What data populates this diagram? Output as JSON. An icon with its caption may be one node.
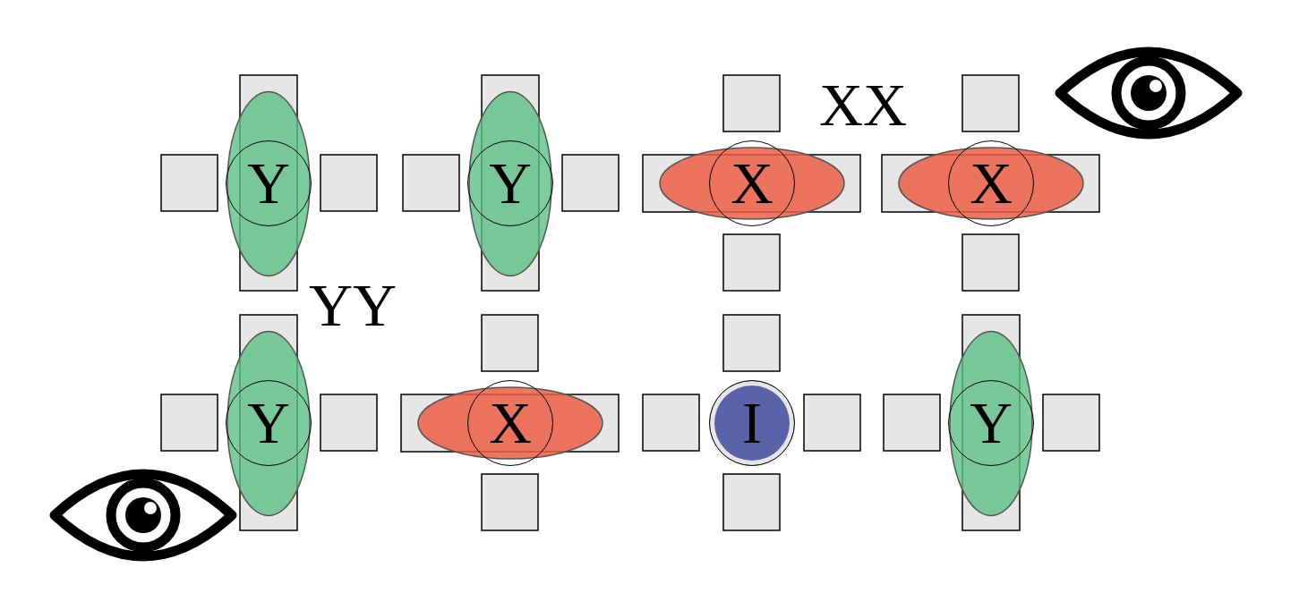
{
  "diagram": {
    "nodes": [
      {
        "text": [
          "Y"
        ]
      },
      {
        "text": [
          "Y"
        ]
      },
      {
        "text": [
          "X"
        ]
      },
      {
        "text": [
          "X"
        ]
      },
      {
        "text": [
          "Y"
        ]
      },
      {
        "text": [
          "X"
        ]
      },
      {
        "text": [
          "I"
        ]
      },
      {
        "text": [
          "Y"
        ]
      }
    ],
    "labels": [
      "XX",
      "YY"
    ]
  }
}
